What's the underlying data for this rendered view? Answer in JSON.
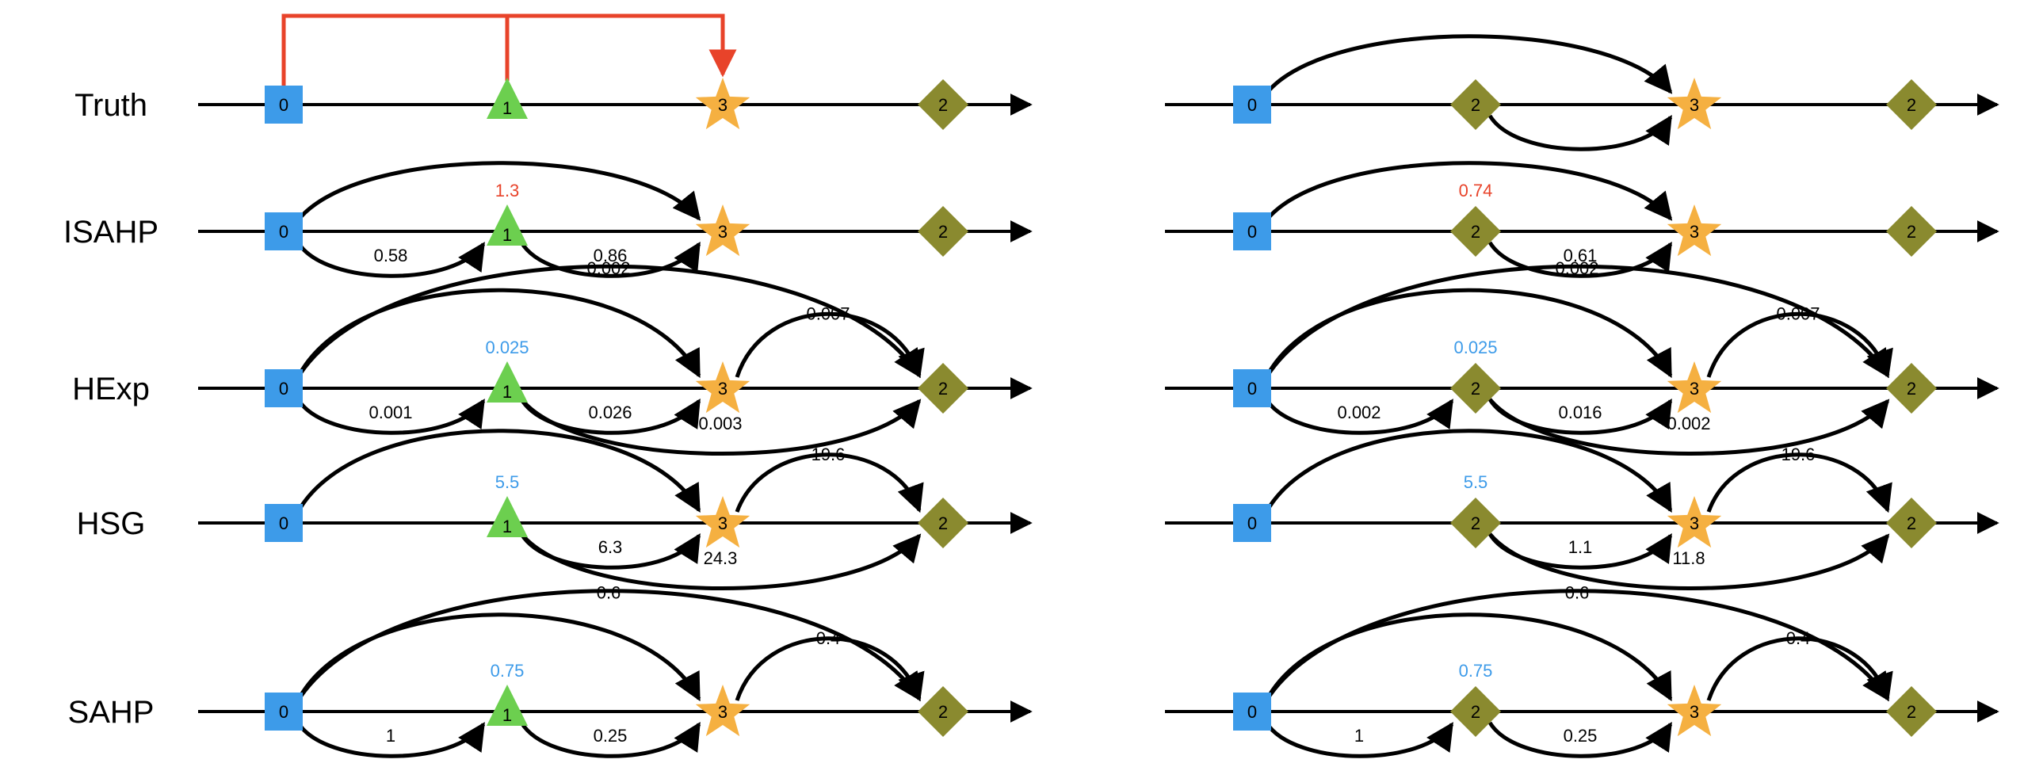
{
  "colors": {
    "square": "#3d9be9",
    "triangle": "#6ccf4f",
    "star": "#f5b041",
    "diamond": "#8a8a2f",
    "edge": "#000000",
    "truth_edge": "#e8432a",
    "self_red": "#e8432a",
    "self_blue": "#3d9be9"
  },
  "rows": [
    {
      "label": "Truth"
    },
    {
      "label": "ISAHP"
    },
    {
      "label": "HExp"
    },
    {
      "label": "HSG"
    },
    {
      "label": "SAHP"
    }
  ],
  "panels": [
    {
      "side": "left",
      "rows": [
        {
          "nodes": [
            {
              "shape": "square",
              "label": "0"
            },
            {
              "shape": "triangle",
              "label": "1"
            },
            {
              "shape": "star",
              "label": "3"
            },
            {
              "shape": "diamond",
              "label": "2"
            }
          ],
          "edges": [],
          "self": null,
          "truth_link": true
        },
        {
          "nodes": [
            {
              "shape": "square",
              "label": "0"
            },
            {
              "shape": "triangle",
              "label": "1"
            },
            {
              "shape": "star",
              "label": "3"
            },
            {
              "shape": "diamond",
              "label": "2"
            }
          ],
          "edges": [
            {
              "from": 0,
              "to": 2,
              "dir": "up",
              "label": ""
            },
            {
              "from": 0,
              "to": 1,
              "dir": "down",
              "label": "0.58"
            },
            {
              "from": 1,
              "to": 2,
              "dir": "down",
              "label": "0.86"
            }
          ],
          "self": {
            "node": 1,
            "label": "1.3",
            "color": "red"
          }
        },
        {
          "nodes": [
            {
              "shape": "square",
              "label": "0"
            },
            {
              "shape": "triangle",
              "label": "1"
            },
            {
              "shape": "star",
              "label": "3"
            },
            {
              "shape": "diamond",
              "label": "2"
            }
          ],
          "edges": [
            {
              "from": 0,
              "to": 3,
              "dir": "up",
              "label": "0.002"
            },
            {
              "from": 0,
              "to": 2,
              "dir": "up",
              "label": ""
            },
            {
              "from": 2,
              "to": 3,
              "dir": "up",
              "label": "0.007"
            },
            {
              "from": 0,
              "to": 1,
              "dir": "down",
              "label": "0.001"
            },
            {
              "from": 1,
              "to": 2,
              "dir": "down",
              "label": "0.026"
            },
            {
              "from": 1,
              "to": 3,
              "dir": "down",
              "label": "0.003"
            }
          ],
          "self": {
            "node": 1,
            "label": "0.025",
            "color": "blue"
          }
        },
        {
          "nodes": [
            {
              "shape": "square",
              "label": "0"
            },
            {
              "shape": "triangle",
              "label": "1"
            },
            {
              "shape": "star",
              "label": "3"
            },
            {
              "shape": "diamond",
              "label": "2"
            }
          ],
          "edges": [
            {
              "from": 0,
              "to": 2,
              "dir": "up",
              "label": ""
            },
            {
              "from": 2,
              "to": 3,
              "dir": "up",
              "label": "19.6"
            },
            {
              "from": 1,
              "to": 2,
              "dir": "down",
              "label": "6.3"
            },
            {
              "from": 1,
              "to": 3,
              "dir": "down",
              "label": "24.3"
            }
          ],
          "self": {
            "node": 1,
            "label": "5.5",
            "color": "blue"
          }
        },
        {
          "nodes": [
            {
              "shape": "square",
              "label": "0"
            },
            {
              "shape": "triangle",
              "label": "1"
            },
            {
              "shape": "star",
              "label": "3"
            },
            {
              "shape": "diamond",
              "label": "2"
            }
          ],
          "edges": [
            {
              "from": 0,
              "to": 3,
              "dir": "up",
              "label": "0.6"
            },
            {
              "from": 0,
              "to": 2,
              "dir": "up",
              "label": ""
            },
            {
              "from": 2,
              "to": 3,
              "dir": "up",
              "label": "0.4"
            },
            {
              "from": 0,
              "to": 1,
              "dir": "down",
              "label": "1"
            },
            {
              "from": 1,
              "to": 2,
              "dir": "down",
              "label": "0.25"
            }
          ],
          "self": {
            "node": 1,
            "label": "0.75",
            "color": "blue"
          }
        }
      ]
    },
    {
      "side": "right",
      "rows": [
        {
          "nodes": [
            {
              "shape": "square",
              "label": "0"
            },
            {
              "shape": "diamond",
              "label": "2"
            },
            {
              "shape": "star",
              "label": "3"
            },
            {
              "shape": "diamond",
              "label": "2"
            }
          ],
          "edges": [
            {
              "from": 0,
              "to": 2,
              "dir": "up",
              "label": ""
            },
            {
              "from": 1,
              "to": 2,
              "dir": "down",
              "label": ""
            }
          ],
          "self": null
        },
        {
          "nodes": [
            {
              "shape": "square",
              "label": "0"
            },
            {
              "shape": "diamond",
              "label": "2"
            },
            {
              "shape": "star",
              "label": "3"
            },
            {
              "shape": "diamond",
              "label": "2"
            }
          ],
          "edges": [
            {
              "from": 0,
              "to": 2,
              "dir": "up",
              "label": ""
            },
            {
              "from": 1,
              "to": 2,
              "dir": "down",
              "label": "0.61"
            }
          ],
          "self": {
            "node": 1,
            "label": "0.74",
            "color": "red"
          }
        },
        {
          "nodes": [
            {
              "shape": "square",
              "label": "0"
            },
            {
              "shape": "diamond",
              "label": "2"
            },
            {
              "shape": "star",
              "label": "3"
            },
            {
              "shape": "diamond",
              "label": "2"
            }
          ],
          "edges": [
            {
              "from": 0,
              "to": 3,
              "dir": "up",
              "label": "0.002"
            },
            {
              "from": 0,
              "to": 2,
              "dir": "up",
              "label": ""
            },
            {
              "from": 2,
              "to": 3,
              "dir": "up",
              "label": "0.007"
            },
            {
              "from": 0,
              "to": 1,
              "dir": "down",
              "label": "0.002"
            },
            {
              "from": 1,
              "to": 2,
              "dir": "down",
              "label": "0.016"
            },
            {
              "from": 1,
              "to": 3,
              "dir": "down",
              "label": "0.002"
            }
          ],
          "self": {
            "node": 1,
            "label": "0.025",
            "color": "blue"
          }
        },
        {
          "nodes": [
            {
              "shape": "square",
              "label": "0"
            },
            {
              "shape": "diamond",
              "label": "2"
            },
            {
              "shape": "star",
              "label": "3"
            },
            {
              "shape": "diamond",
              "label": "2"
            }
          ],
          "edges": [
            {
              "from": 0,
              "to": 2,
              "dir": "up",
              "label": ""
            },
            {
              "from": 2,
              "to": 3,
              "dir": "up",
              "label": "19.6"
            },
            {
              "from": 1,
              "to": 2,
              "dir": "down",
              "label": "1.1"
            },
            {
              "from": 1,
              "to": 3,
              "dir": "down",
              "label": "11.8"
            }
          ],
          "self": {
            "node": 1,
            "label": "5.5",
            "color": "blue"
          }
        },
        {
          "nodes": [
            {
              "shape": "square",
              "label": "0"
            },
            {
              "shape": "diamond",
              "label": "2"
            },
            {
              "shape": "star",
              "label": "3"
            },
            {
              "shape": "diamond",
              "label": "2"
            }
          ],
          "edges": [
            {
              "from": 0,
              "to": 3,
              "dir": "up",
              "label": "0.6"
            },
            {
              "from": 0,
              "to": 2,
              "dir": "up",
              "label": ""
            },
            {
              "from": 2,
              "to": 3,
              "dir": "up",
              "label": "0.4"
            },
            {
              "from": 0,
              "to": 1,
              "dir": "down",
              "label": "1"
            },
            {
              "from": 1,
              "to": 2,
              "dir": "down",
              "label": "0.25"
            }
          ],
          "self": {
            "node": 1,
            "label": "0.75",
            "color": "blue"
          }
        }
      ]
    }
  ]
}
